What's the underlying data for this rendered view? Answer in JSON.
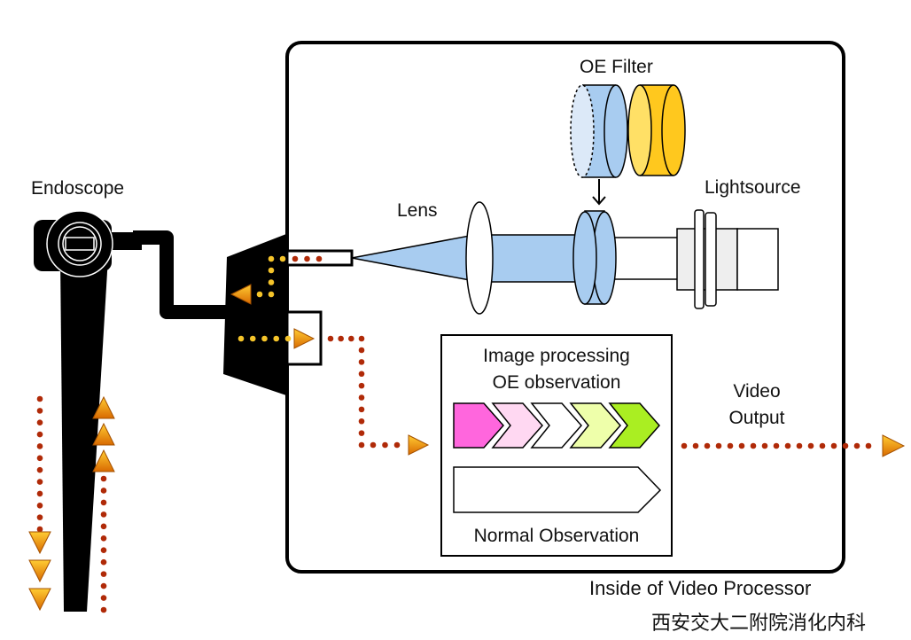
{
  "labels": {
    "endoscope": "Endoscope",
    "oe_filter": "OE Filter",
    "lens": "Lens",
    "lightsource": "Lightsource",
    "processing_line1": "Image processing",
    "processing_line2": "OE observation",
    "normal_observation": "Normal Observation",
    "video_output_line1": "Video",
    "video_output_line2": "Output",
    "processor_caption": "Inside of Video Processor",
    "watermark": "西安交大二附院消化内科"
  },
  "colors": {
    "dot_red": "#b02a08",
    "dot_yellow": "#f5c42a",
    "arrow_orange": "#e8900a",
    "lens_blue": "#a8ccf0",
    "filter_yellow": "#ffc81e",
    "chevrons": [
      "#ff66dd",
      "#ffd8f2",
      "#ffffff",
      "#eeffaa",
      "#aaee22"
    ]
  }
}
